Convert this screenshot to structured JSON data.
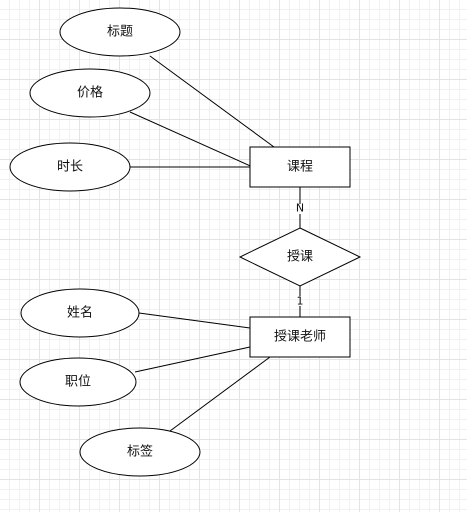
{
  "attributes": {
    "title": "标题",
    "price": "价格",
    "duration": "时长",
    "name": "姓名",
    "position": "职位",
    "tag": "标签"
  },
  "entities": {
    "course": "课程",
    "teacher": "授课老师"
  },
  "relationships": {
    "teaches": "授课"
  },
  "cardinality": {
    "course_side": "N",
    "teacher_side": "1"
  }
}
